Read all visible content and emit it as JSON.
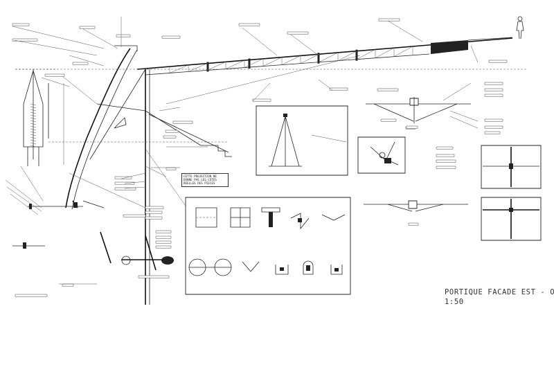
{
  "sheet": {
    "title_line1": "PORTIQUE FACADE EST - OUES",
    "title_line2": "1:50"
  },
  "notes": {
    "projection_note": [
      "CETTE PROJECTION NE",
      "DONNE PAS LES COTES",
      "REELLES DES PIECES"
    ]
  },
  "colors": {
    "line": "#222222",
    "paper": "#ffffff",
    "hatch": "#333333"
  }
}
